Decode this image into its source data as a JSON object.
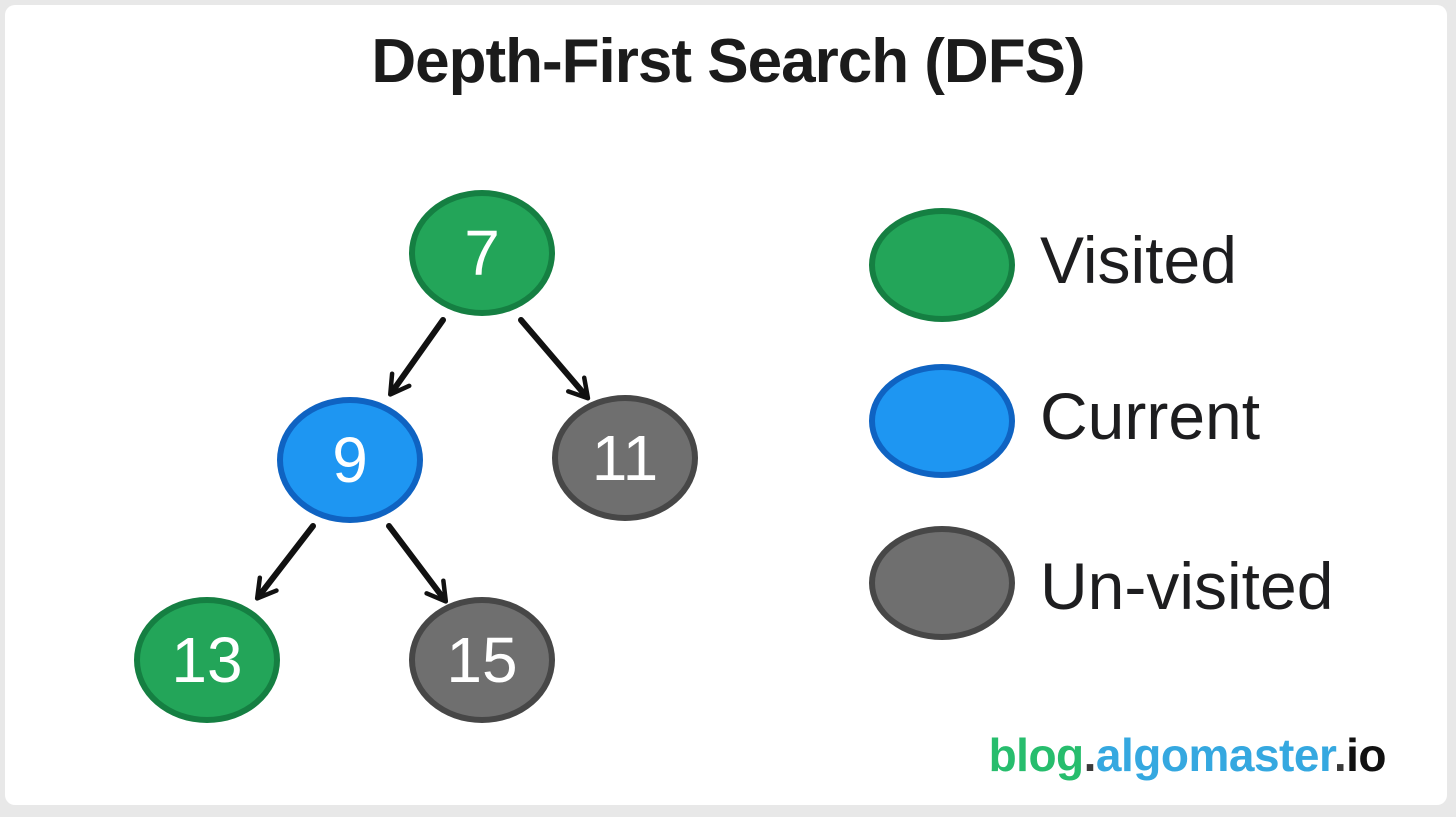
{
  "title": "Depth-First Search (DFS)",
  "colors": {
    "visited_fill": "#23a559",
    "visited_border": "#157f42",
    "current_fill": "#1e96f2",
    "current_border": "#0f63c2",
    "unvisited_fill": "#6f6f6f",
    "unvisited_border": "#474747",
    "arrow": "#111111",
    "card_background": "#ffffff",
    "frame_background": "#e8e8e8"
  },
  "tree": {
    "nodes": [
      {
        "label": "7",
        "state": "visited"
      },
      {
        "label": "9",
        "state": "current"
      },
      {
        "label": "11",
        "state": "unvisited"
      },
      {
        "label": "13",
        "state": "visited"
      },
      {
        "label": "15",
        "state": "unvisited"
      }
    ],
    "edges": [
      {
        "from": "7",
        "to": "9"
      },
      {
        "from": "7",
        "to": "11"
      },
      {
        "from": "9",
        "to": "13"
      },
      {
        "from": "9",
        "to": "15"
      }
    ]
  },
  "legend": [
    {
      "label": "Visited",
      "state": "visited"
    },
    {
      "label": "Current",
      "state": "current"
    },
    {
      "label": "Un-visited",
      "state": "unvisited"
    }
  ],
  "footer": {
    "parts": [
      {
        "text": "blog",
        "color": "#27bd6d"
      },
      {
        "text": ".",
        "color": "#3a3a3a"
      },
      {
        "text": "algomaster",
        "color": "#35a8e0"
      },
      {
        "text": ".",
        "color": "#3a3a3a"
      },
      {
        "text": "io",
        "color": "#111111"
      }
    ]
  }
}
